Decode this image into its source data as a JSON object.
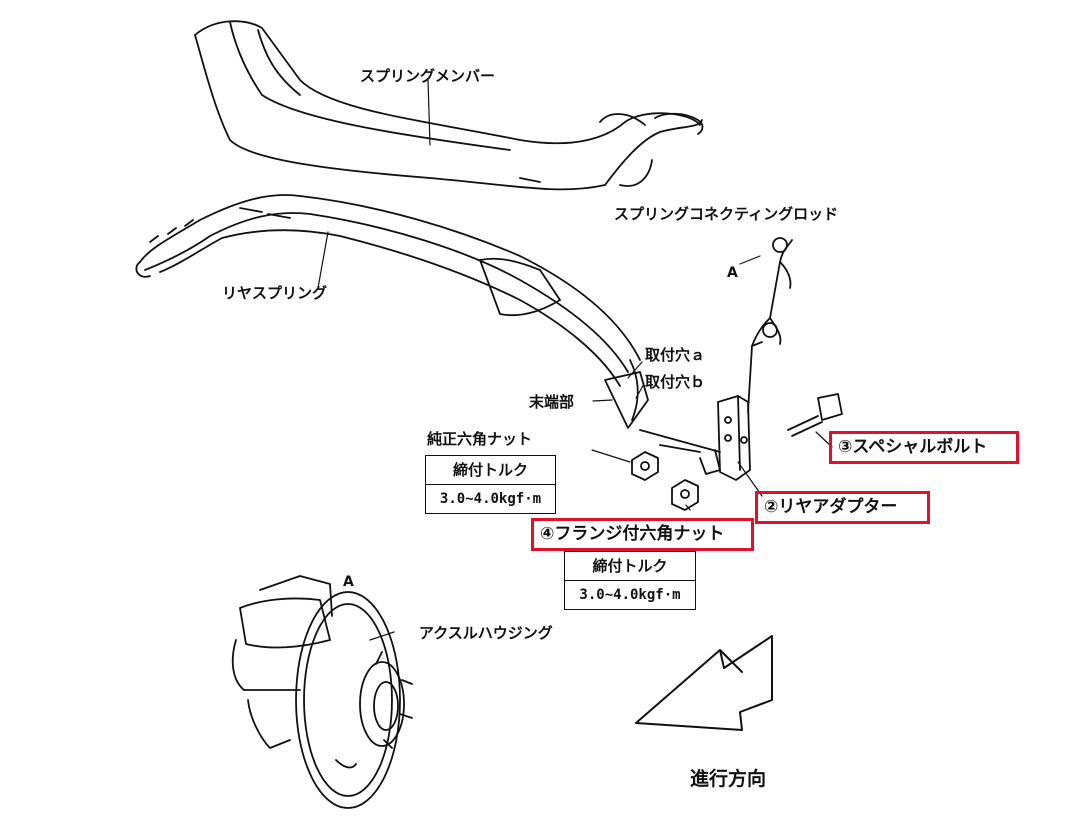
{
  "labels": {
    "spring_member": "スプリングメンバー",
    "connecting_rod": "スプリングコネクティングロッド",
    "point_a": "A",
    "point_a_hub": "A",
    "rear_spring": "リヤスプリング",
    "hole_a": "取付穴ａ",
    "hole_b": "取付穴ｂ",
    "end_part": "末端部",
    "genuine_nut": "純正六角ナット",
    "axle_housing": "アクスルハウジング",
    "direction": "進行方向"
  },
  "callouts": {
    "special_bolt": "③スペシャルボルト",
    "rear_adapter": "②リヤアダプター",
    "flange_nut": "④フランジ付六角ナット"
  },
  "torque_specs": [
    {
      "title": "締付トルク",
      "value": "3.0~4.0kgf·m"
    },
    {
      "title": "締付トルク",
      "value": "3.0~4.0kgf·m"
    }
  ],
  "colors": {
    "highlight_border": "#e0112b",
    "line": "#111111",
    "background": "#ffffff"
  }
}
